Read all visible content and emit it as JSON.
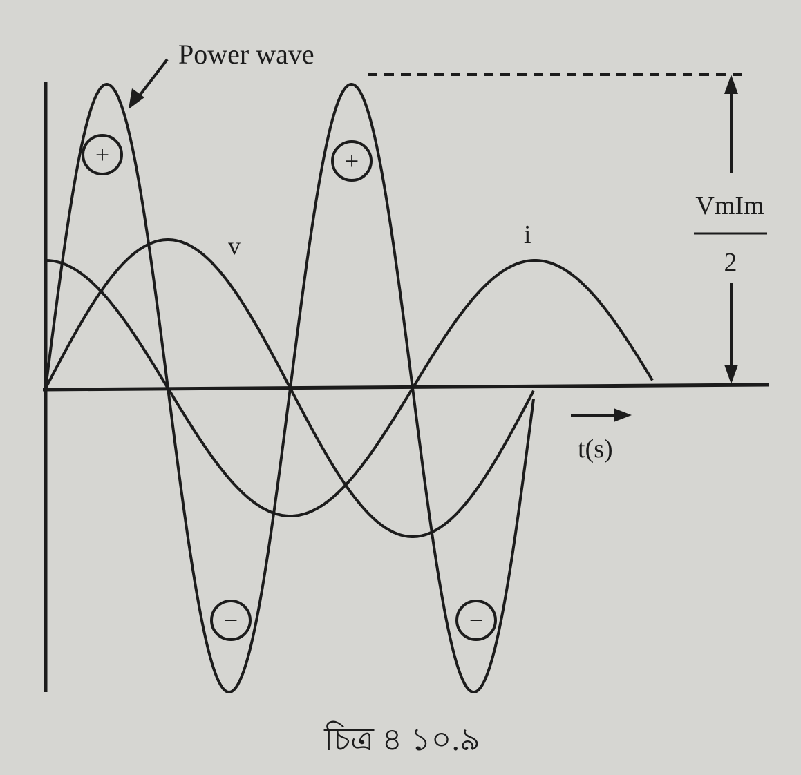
{
  "labels": {
    "power_wave": "Power wave",
    "voltage": "v",
    "current": "i",
    "time_axis": "t(s)",
    "amplitude_numerator": "VmIm",
    "amplitude_denominator": "2",
    "caption": "চিত্র ৪ ১০.৯"
  },
  "signs": {
    "positive": "+",
    "negative": "−"
  },
  "colors": {
    "background": "#d6d6d2",
    "ink": "#1c1c1c"
  }
}
